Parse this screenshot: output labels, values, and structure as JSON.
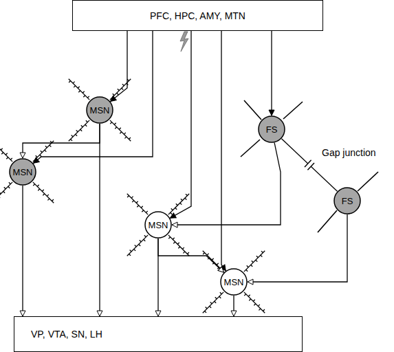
{
  "diagram": {
    "nodes": [
      {
        "text": [
          "PFC, HPC, AMY, MTN"
        ]
      },
      {
        "text": [
          "MSN"
        ]
      },
      {
        "text": [
          "FS"
        ]
      },
      {
        "text": [
          "MSN"
        ]
      },
      {
        "text": [
          "FS"
        ]
      },
      {
        "text": [
          "MSN"
        ]
      },
      {
        "text": [
          "MSN"
        ]
      },
      {
        "text": [
          "VP, VTA, SN, LH"
        ]
      }
    ],
    "edges": [
      {
        "from": 0,
        "to": 1,
        "arrow": "to"
      },
      {
        "from": 0,
        "to": 3,
        "arrow": "to"
      },
      {
        "from": 0,
        "to": 5,
        "arrow": "to"
      },
      {
        "from": 0,
        "to": 6,
        "arrow": "to"
      },
      {
        "from": 0,
        "to": 2,
        "arrow": "to"
      },
      {
        "from": 1,
        "to": 3,
        "arrow": "to"
      },
      {
        "from": 1,
        "to": 7,
        "arrow": "to"
      },
      {
        "from": 3,
        "to": 7,
        "arrow": "to"
      },
      {
        "from": 5,
        "to": 7,
        "arrow": "to"
      },
      {
        "from": 5,
        "to": 6,
        "arrow": "to"
      },
      {
        "from": 6,
        "to": 7,
        "arrow": "to"
      },
      {
        "from": 2,
        "to": 5,
        "arrow": "to"
      },
      {
        "from": 4,
        "to": 6,
        "arrow": "to"
      },
      {
        "from": 2,
        "to": 4,
        "arrow": "none"
      }
    ],
    "labels": [
      "Gap junction"
    ]
  }
}
